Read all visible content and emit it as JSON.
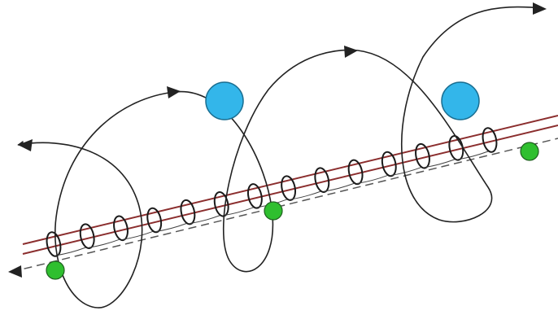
{
  "diagram": {
    "background": "#ffffff",
    "colors": {
      "outer_path": "#222222",
      "guide_line": "#8b2e2e",
      "guide_dash": "#555555",
      "small_coil": "#1a1a1a",
      "large_particle": "#33b6ea",
      "small_particle": "#2fbf2f",
      "particle_outline": "#1f5f1f"
    },
    "large_particle_count": 2,
    "small_particle_count": 3,
    "outer_loop_count": 3,
    "small_coil_count": 14
  }
}
